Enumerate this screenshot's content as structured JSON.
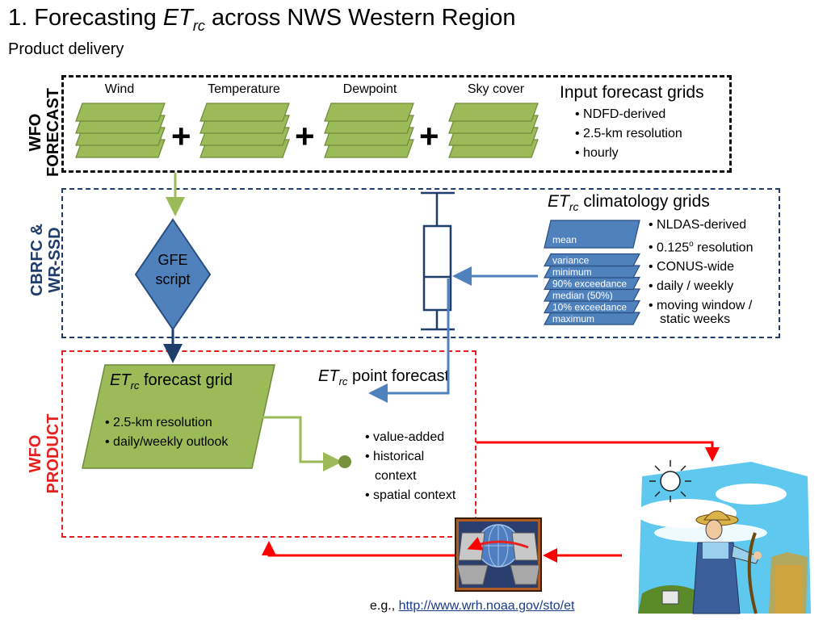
{
  "title": {
    "prefix": "1. Forecasting ",
    "et": "ET",
    "sub": "rc",
    "suffix": " across NWS Western Region"
  },
  "subtitle": "Product delivery",
  "sections": {
    "forecast": [
      "WFO",
      "FORECAST"
    ],
    "climo": [
      "CBRFC &",
      "WR-SSD"
    ],
    "product": [
      "WFO",
      "PRODUCT"
    ]
  },
  "input_grids": {
    "labels": [
      "Wind",
      "Temperature",
      "Dewpoint",
      "Sky cover"
    ],
    "plus": "+",
    "heading": "Input forecast grids",
    "bullets": [
      "NDFD-derived",
      "2.5-km resolution",
      "hourly"
    ]
  },
  "climatology": {
    "heading_et": "ET",
    "heading_sub": "rc",
    "heading_rest": " climatology grids",
    "stack": [
      "mean",
      "variance",
      "minimum",
      "90% exceedance",
      "median (50%)",
      "10% exceedance",
      "maximum"
    ],
    "bullets": [
      "NLDAS-derived",
      "0.125",
      "CONUS-wide",
      "daily / weekly",
      "moving window /"
    ],
    "res_sup": "o",
    "res_rest": " resolution",
    "bullet_cont": "static weeks"
  },
  "gfe": {
    "line1": "GFE",
    "line2": "script"
  },
  "forecast_grid": {
    "et": "ET",
    "sub": "rc",
    "rest": " forecast grid",
    "bullets": [
      "2.5-km resolution",
      "daily/weekly outlook"
    ]
  },
  "point_forecast": {
    "et": "ET",
    "sub": "rc",
    "rest": " point forecast"
  },
  "value_bullets": [
    "value-added",
    "historical",
    "context",
    "spatial context"
  ],
  "footer": {
    "prefix": "e.g., ",
    "url": "http://www.wrh.noaa.gov/sto/et"
  },
  "colors": {
    "grid_fill": "#9bbb59",
    "grid_stroke": "#6f8a3a",
    "climo_fill": "#4f81bd",
    "climo_stroke": "#2a4d80",
    "product_red": "#e81f1f",
    "dark_blue": "#1f3d6b",
    "arrow_green": "#9bbb59",
    "arrow_blue": "#4f81bd",
    "arrow_red": "#ff0000"
  }
}
